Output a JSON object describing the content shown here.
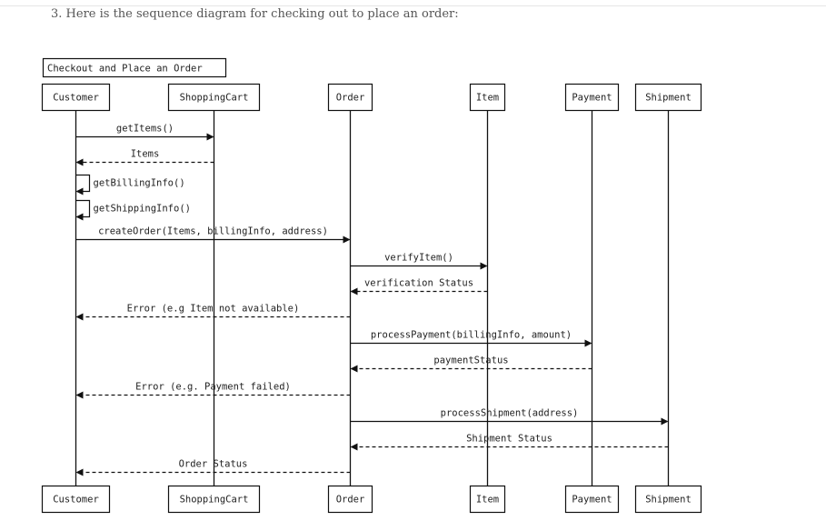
{
  "intro_text": "3. Here is the sequence diagram for checking out to place an order:",
  "diagram": {
    "title": "Checkout and Place an Order",
    "participants": [
      "Customer",
      "ShoppingCart",
      "Order",
      "Item",
      "Payment",
      "Shipment"
    ],
    "messages": [
      {
        "from": "Customer",
        "to": "ShoppingCart",
        "label": "getItems()",
        "kind": "call"
      },
      {
        "from": "ShoppingCart",
        "to": "Customer",
        "label": "Items",
        "kind": "return"
      },
      {
        "from": "Customer",
        "to": "Customer",
        "label": "getBillingInfo()",
        "kind": "self"
      },
      {
        "from": "Customer",
        "to": "Customer",
        "label": "getShippingInfo()",
        "kind": "self"
      },
      {
        "from": "Customer",
        "to": "Order",
        "label": "createOrder(Items, billingInfo, address)",
        "kind": "call"
      },
      {
        "from": "Order",
        "to": "Item",
        "label": "verifyItem()",
        "kind": "call"
      },
      {
        "from": "Item",
        "to": "Order",
        "label": "verification Status",
        "kind": "return"
      },
      {
        "from": "Order",
        "to": "Customer",
        "label": "Error (e.g Item not available)",
        "kind": "return"
      },
      {
        "from": "Order",
        "to": "Payment",
        "label": "processPayment(billingInfo, amount)",
        "kind": "call"
      },
      {
        "from": "Payment",
        "to": "Order",
        "label": "paymentStatus",
        "kind": "return"
      },
      {
        "from": "Order",
        "to": "Customer",
        "label": "Error (e.g. Payment failed)",
        "kind": "return"
      },
      {
        "from": "Order",
        "to": "Shipment",
        "label": "processShipment(address)",
        "kind": "call"
      },
      {
        "from": "Shipment",
        "to": "Order",
        "label": "Shipment Status",
        "kind": "return"
      },
      {
        "from": "Order",
        "to": "Customer",
        "label": "Order Status",
        "kind": "return"
      }
    ]
  }
}
